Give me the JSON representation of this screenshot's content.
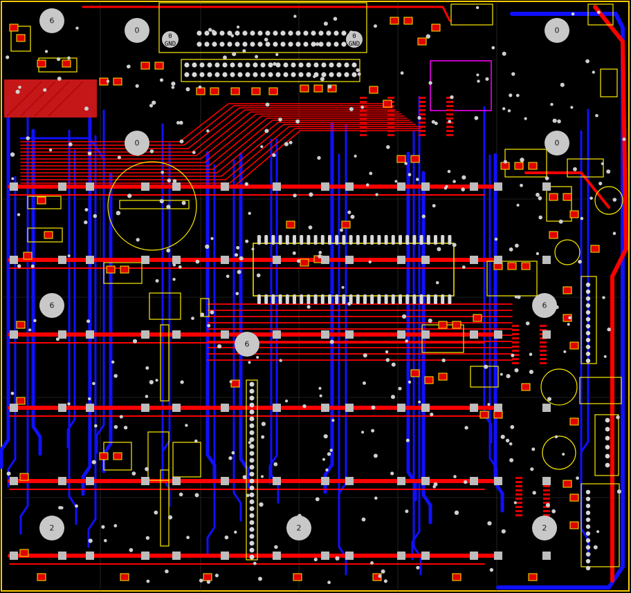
{
  "board": {
    "colors": {
      "background": "#000000",
      "top_copper": "#ff0000",
      "bottom_copper": "#1010ff",
      "silkscreen": "#ffff00",
      "via": "#d0d0d0",
      "mounting_hole": "#c8c8c8",
      "outline": "#ffff00",
      "keepout": "#ff00ff"
    },
    "mounting_holes": [
      {
        "label": "6"
      },
      {
        "label": "0"
      },
      {
        "label": "0"
      },
      {
        "label": "0"
      },
      {
        "label": "0"
      },
      {
        "label": "6"
      },
      {
        "label": "6"
      },
      {
        "label": "6"
      },
      {
        "label": "2"
      },
      {
        "label": "2"
      },
      {
        "label": "2"
      }
    ],
    "small_holes": [
      {
        "label": "0",
        "sub": "GND"
      },
      {
        "label": "0",
        "sub": "GND"
      }
    ]
  }
}
